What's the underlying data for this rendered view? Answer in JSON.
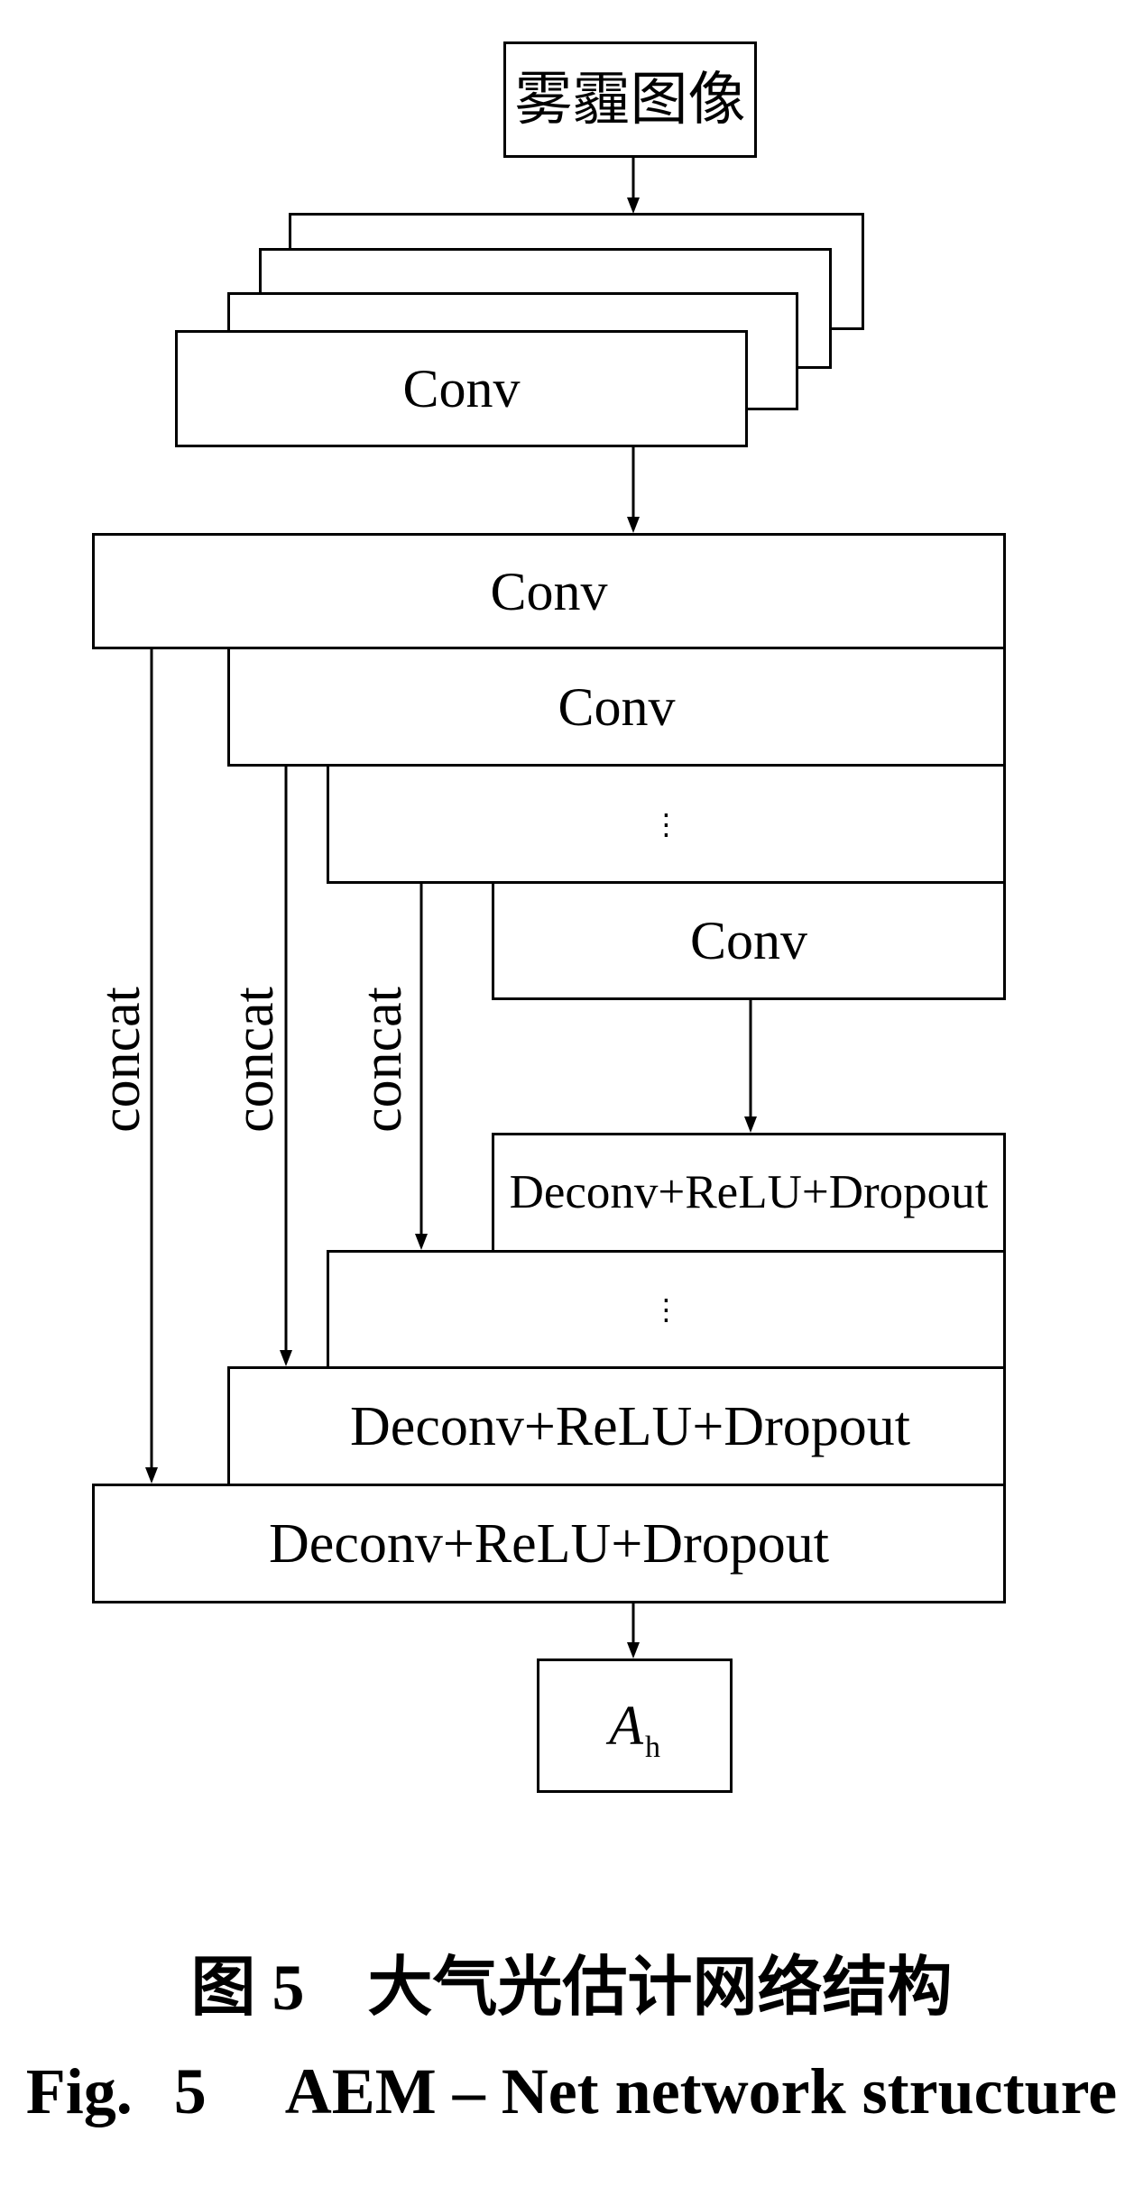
{
  "input_node": {
    "label": "雾霾图像"
  },
  "encoder": {
    "stacked_conv": {
      "label": "Conv"
    },
    "layers": [
      {
        "label": "Conv"
      },
      {
        "label": "Conv"
      },
      {
        "label": "⋮"
      },
      {
        "label": "Conv"
      }
    ]
  },
  "decoder": {
    "layers": [
      {
        "label": "Deconv+ReLU+Dropout"
      },
      {
        "label": "⋮"
      },
      {
        "label": "Deconv+ReLU+Dropout"
      },
      {
        "label": "Deconv+ReLU+Dropout"
      }
    ]
  },
  "skip_connections": [
    {
      "label": "concat"
    },
    {
      "label": "concat"
    },
    {
      "label": "concat"
    }
  ],
  "output_node": {
    "symbol": "A",
    "subscript": "h"
  },
  "caption": {
    "cn_label": "图 5",
    "cn_title": "大气光估计网络结构",
    "en_label": "Fig. 5",
    "en_title": "AEM – Net network structure"
  },
  "colors": {
    "stroke": "#000000",
    "fill": "#ffffff",
    "text": "#000000"
  }
}
